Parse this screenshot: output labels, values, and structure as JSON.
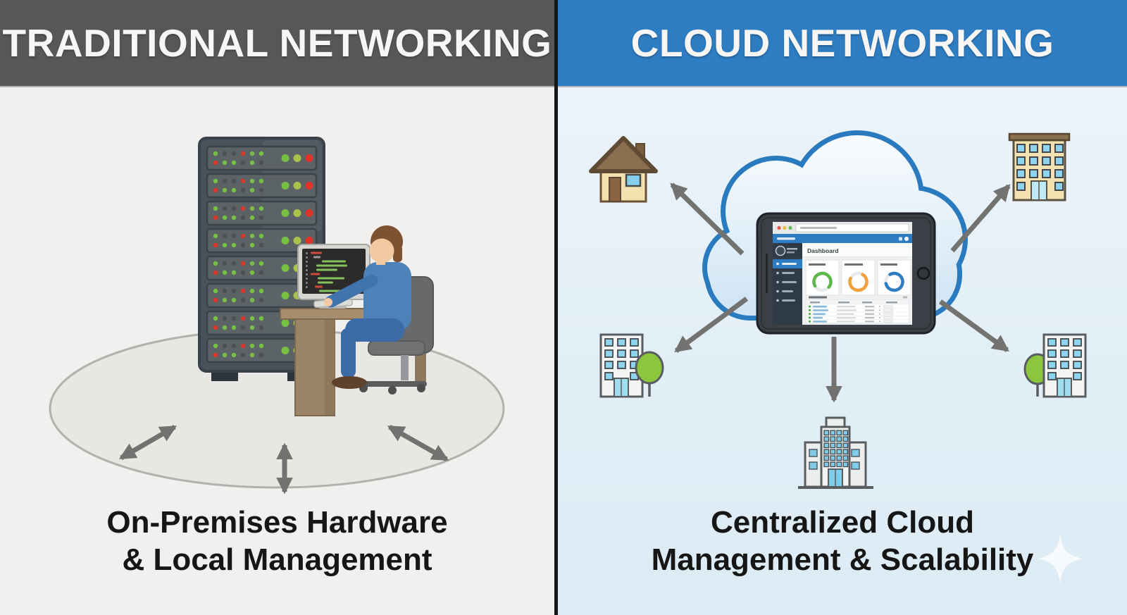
{
  "left_panel": {
    "header": "TRADITIONAL NETWORKING",
    "caption_line1": "On-Premises Hardware",
    "caption_line2": "& Local Management",
    "icons": [
      "server-rack-icon",
      "code-monitor-icon",
      "keyboard-icon",
      "admin-person-icon",
      "office-chair-icon",
      "desk-icon",
      "coverage-ellipse",
      "double-arrow-icon"
    ]
  },
  "right_panel": {
    "header": "CLOUD NETWORKING",
    "caption_line1": "Centralized Cloud",
    "caption_line2": "Management & Scalability",
    "tablet": {
      "dashboard_title": "Dashboard"
    },
    "icons": [
      "cloud-icon",
      "tablet-dashboard-icon",
      "house-icon",
      "office-building-icon",
      "building-with-tree-icon",
      "headquarters-building-icon",
      "arrow-icon",
      "sparkle-icon"
    ]
  },
  "colors": {
    "left_header_bg": "#595656",
    "right_header_bg": "#2e7cc1",
    "left_bg": "#f1f0ee",
    "right_bg": "#e9f1f8",
    "divider": "#161616",
    "cloud_outline": "#2a7abf",
    "arrow_gray": "#727270",
    "led_green": "#76c043",
    "led_red": "#e0342b",
    "gauge_green": "#5cb849",
    "gauge_orange": "#f0a13a",
    "gauge_blue": "#2e7cc2",
    "tree_green": "#8cc63f",
    "caption_text": "#161616"
  }
}
